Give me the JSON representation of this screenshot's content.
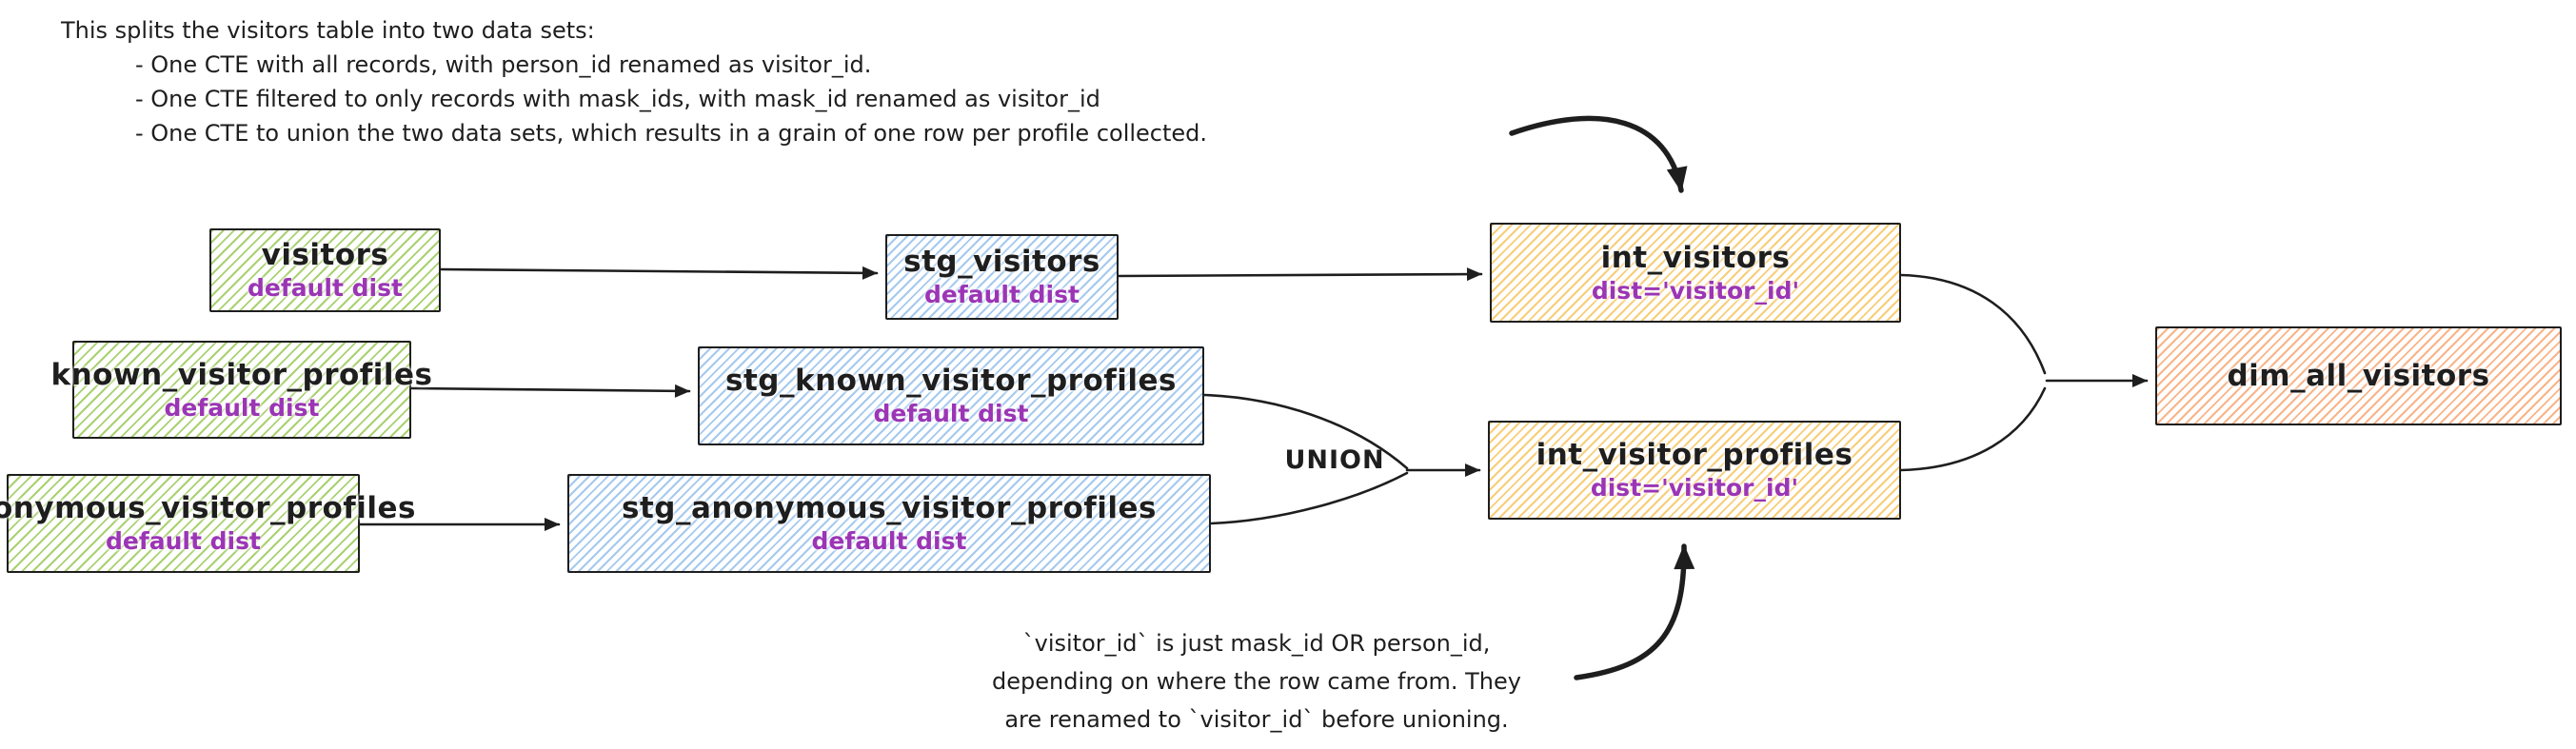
{
  "annotations": {
    "top_note": {
      "heading": "This splits the visitors table into two data sets:",
      "bullets": [
        "- One CTE with all records, with person_id renamed as visitor_id.",
        "- One CTE filtered to only records with mask_ids, with mask_id renamed as visitor_id",
        "- One CTE to union the two data sets, which results in a grain of one row per profile collected."
      ]
    },
    "bottom_note": {
      "lines": [
        "`visitor_id` is just mask_id OR person_id,",
        "depending on where the row came from. They",
        "are renamed to `visitor_id` before unioning."
      ]
    },
    "union_label": "UNION"
  },
  "nodes": {
    "visitors": {
      "title": "visitors",
      "subtitle": "default dist",
      "color": "green"
    },
    "stg_visitors": {
      "title": "stg_visitors",
      "subtitle": "default dist",
      "color": "blue"
    },
    "int_visitors": {
      "title": "int_visitors",
      "subtitle": "dist='visitor_id'",
      "color": "yellow"
    },
    "known_visitor_profiles": {
      "title": "known_visitor_profiles",
      "subtitle": "default dist",
      "color": "green"
    },
    "stg_known_visitor_profiles": {
      "title": "stg_known_visitor_profiles",
      "subtitle": "default dist",
      "color": "blue"
    },
    "anonymous_visitor_profiles": {
      "title": "anonymous_visitor_profiles",
      "subtitle": "default dist",
      "color": "green"
    },
    "stg_anonymous_visitor_profiles": {
      "title": "stg_anonymous_visitor_profiles",
      "subtitle": "default dist",
      "color": "blue"
    },
    "int_visitor_profiles": {
      "title": "int_visitor_profiles",
      "subtitle": "dist='visitor_id'",
      "color": "yellow"
    },
    "dim_all_visitors": {
      "title": "dim_all_visitors",
      "color": "orange"
    }
  },
  "colors": {
    "ink": "#1e1e1e",
    "green_hatch": "#a9d171",
    "blue_hatch": "#a5c9ef",
    "yellow_hatch": "#f8cd78",
    "orange_hatch": "#f8b488",
    "subtitle_purple": "#9b35b5"
  }
}
